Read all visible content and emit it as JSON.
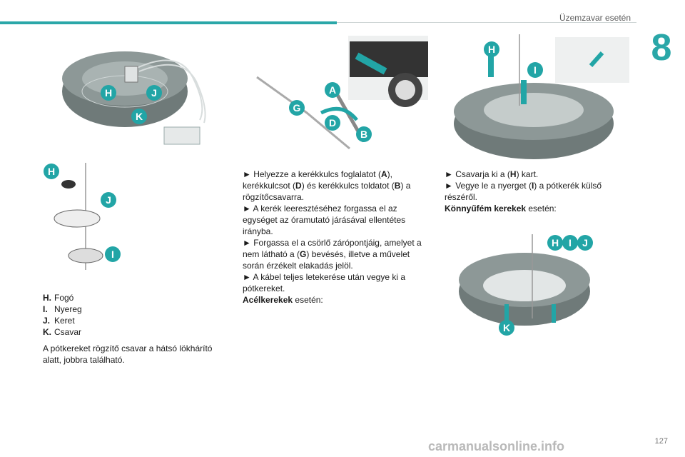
{
  "header": {
    "section": "Üzemzavar esetén",
    "chapter": "8"
  },
  "figure_labels": {
    "fig1": [
      "H",
      "J",
      "K"
    ],
    "fig2": [
      "H",
      "J",
      "I"
    ],
    "fig3": [
      "A",
      "G",
      "D",
      "B"
    ],
    "fig4": [
      "H",
      "I"
    ],
    "fig5": [
      "H",
      "I",
      "J",
      "K"
    ]
  },
  "legend": [
    {
      "key": "H.",
      "text": "Fogó"
    },
    {
      "key": "I.",
      "text": "Nyereg"
    },
    {
      "key": "J.",
      "text": "Keret"
    },
    {
      "key": "K.",
      "text": "Csavar"
    }
  ],
  "note": "A pótkereket rögzítő csavar a hátsó lökhárító alatt, jobbra található.",
  "middle": {
    "p1_a": "► Helyezze a kerékkulcs foglalatot (",
    "p1_A": "A",
    "p1_b": "), kerékkulcsot (",
    "p1_D": "D",
    "p1_c": ") és kerékkulcs toldatot (",
    "p1_B": "B",
    "p1_d": ") a rögzítőcsavarra.",
    "p2": "► A kerék leeresztéséhez forgassa el az egységet az óramutató járásával ellentétes irányba.",
    "p3_a": "► Forgassa el a csörlő zárópontjáig, amelyet a nem látható a (",
    "p3_G": "G",
    "p3_b": ") bevésés, illetve a művelet során érzékelt elakadás jelöl.",
    "p4": "► A kábel teljes letekerése után vegye ki a pótkereket.",
    "p5_bold": "Acélkerekek",
    "p5_rest": " esetén:"
  },
  "right": {
    "p1_a": "► Csavarja ki a (",
    "p1_H": "H",
    "p1_b": ") kart.",
    "p2_a": "► Vegye le a nyerget (",
    "p2_I": "I",
    "p2_b": ") a pótkerék külső részéről.",
    "p3_bold": "Könnyűfém kerekek",
    "p3_rest": " esetén:"
  },
  "page_number": "127",
  "watermark": "carmanualsonline.info"
}
